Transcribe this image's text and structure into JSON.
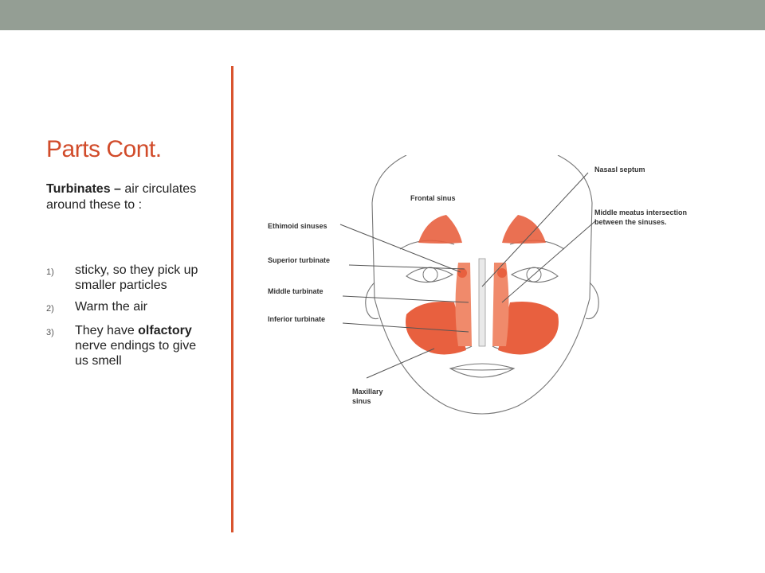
{
  "slide": {
    "title": "Parts Cont.",
    "intro_bold": "Turbinates –",
    "intro_rest": " air circulates around these to :",
    "items": [
      {
        "num": "1)",
        "text": "sticky, so they pick up smaller particles"
      },
      {
        "num": "2)",
        "text": "Warm the air"
      },
      {
        "num": "3)",
        "pre": "They have ",
        "bold": "olfactory",
        "post": " nerve endings to give us smell"
      }
    ]
  },
  "diagram": {
    "labels": {
      "frontal_sinus": "Frontal sinus",
      "ethmoid_sinuses": "Ethimoid sinuses",
      "superior_turbinate": "Superior turbinate",
      "middle_turbinate": "Middle turbinate",
      "inferior_turbinate": "Inferior turbinate",
      "maxillary_1": "Maxillary",
      "maxillary_2": "sinus",
      "nasal_septum": "Nasasl septum",
      "middle_meatus_1": "Middle meatus intersection",
      "middle_meatus_2": "between the sinuses."
    },
    "colors": {
      "sinus": "#e8603f",
      "sinus_light": "#f08a6b",
      "line": "#555555",
      "accent": "#d9542e"
    }
  }
}
